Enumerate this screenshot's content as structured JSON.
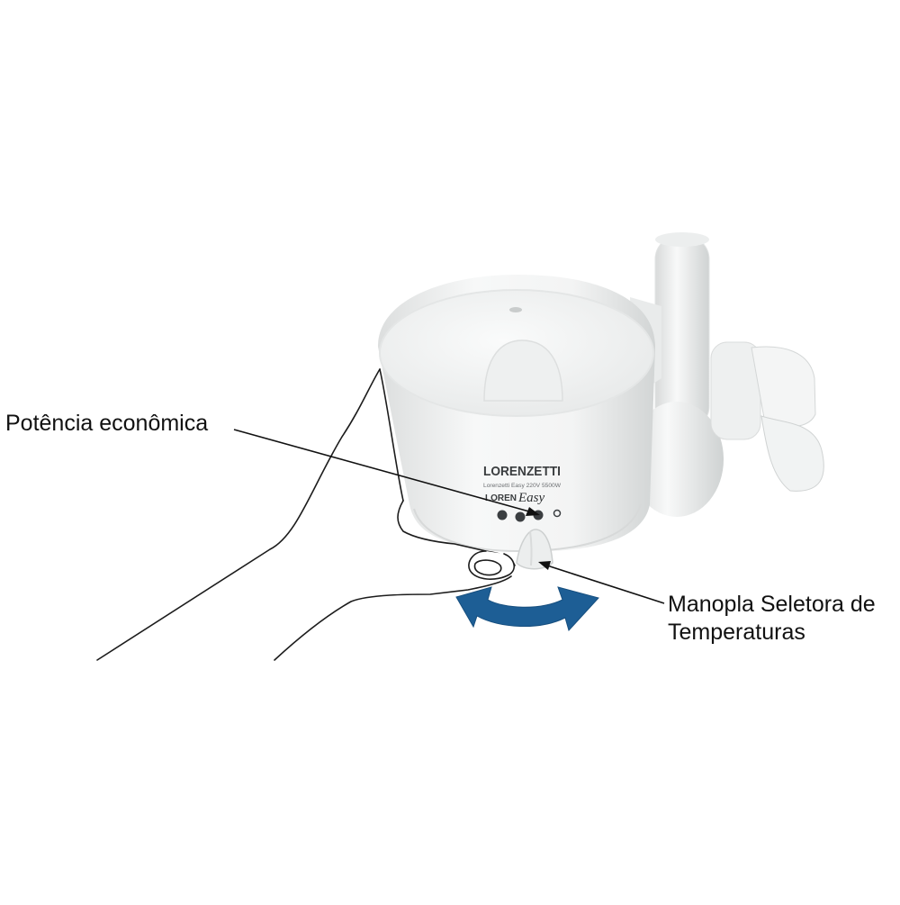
{
  "product": {
    "brand": "LORENZETTI",
    "fine_print": "Lorenzetti Easy 220V 5500W",
    "model": {
      "prefix": "LOREN",
      "suffix": "Easy"
    }
  },
  "callouts": {
    "potencia": {
      "label": "Potência econômica"
    },
    "manopla": {
      "line1": "Manopla Seletora de",
      "line2": "Temperaturas"
    }
  },
  "icons": {
    "rotation_arrow": "double-headed-curved-arrow-icon"
  },
  "colors": {
    "arrow": "#1d5e95",
    "body": "#f3f4f4",
    "outline": "#222222",
    "text": "#111111"
  }
}
